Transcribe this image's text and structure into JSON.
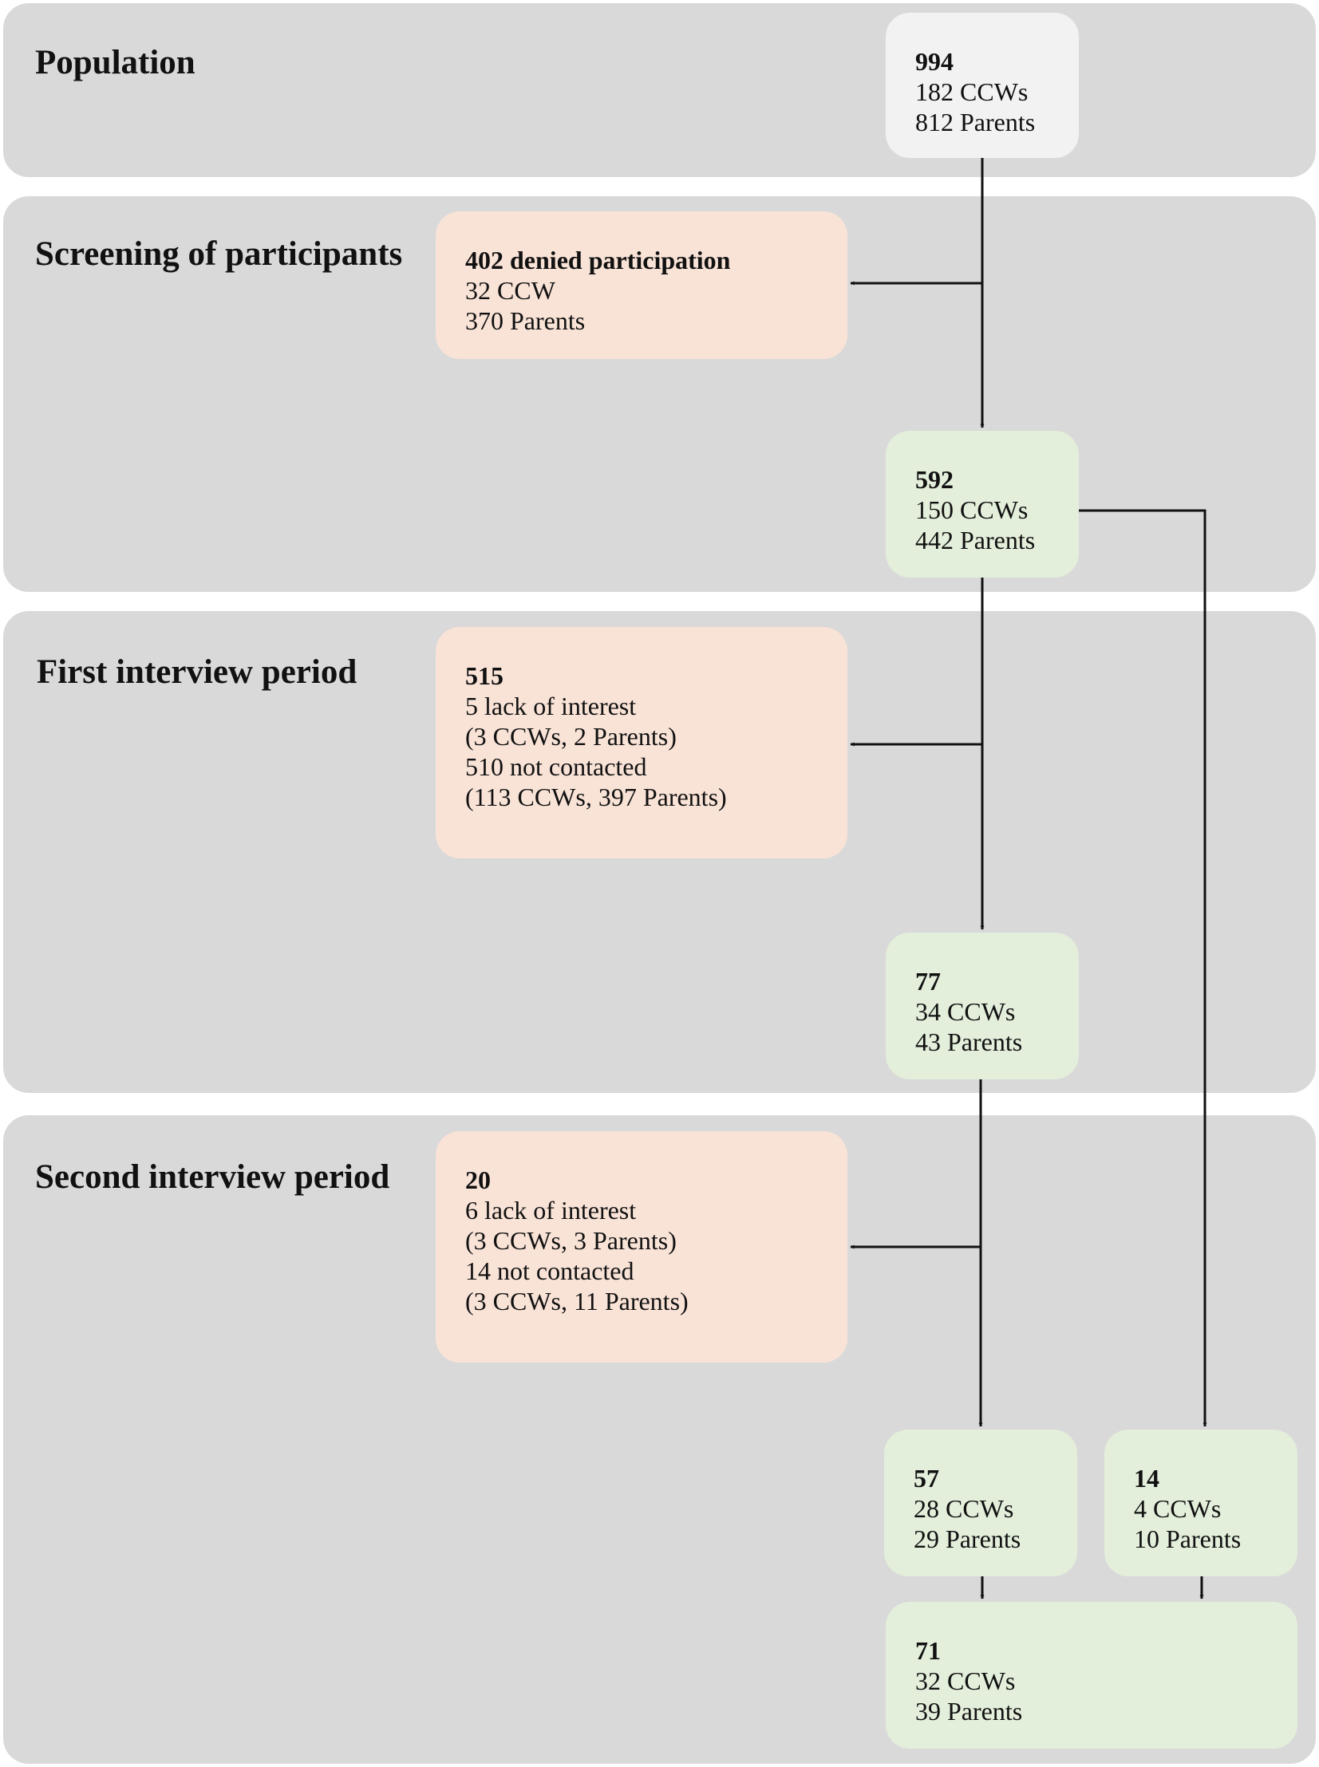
{
  "sections": {
    "population": "Population",
    "screening": "Screening of participants",
    "first": "First interview period",
    "second": "Second interview period"
  },
  "boxes": {
    "population": {
      "header": "994",
      "lines": [
        "182 CCWs",
        "812 Parents"
      ]
    },
    "denied": {
      "header": "402 denied participation",
      "lines": [
        "32 CCW",
        "370 Parents"
      ]
    },
    "screened": {
      "header": "592",
      "lines": [
        "150 CCWs",
        "442 Parents"
      ]
    },
    "first_lost": {
      "header": "515",
      "lines": [
        "5 lack of interest",
        "(3 CCWs, 2 Parents)",
        "510 not contacted",
        "(113 CCWs, 397 Parents)"
      ]
    },
    "first_done": {
      "header": "77",
      "lines": [
        "34 CCWs",
        "43 Parents"
      ]
    },
    "second_lost": {
      "header": "20",
      "lines": [
        "6 lack of interest",
        "(3 CCWs, 3 Parents)",
        "14 not contacted",
        "(3 CCWs, 11 Parents)"
      ]
    },
    "second_done": {
      "header": "57",
      "lines": [
        "28 CCWs",
        "29 Parents"
      ]
    },
    "direct": {
      "header": "14",
      "lines": [
        "4 CCWs",
        "10 Parents"
      ]
    },
    "total": {
      "header": "71",
      "lines": [
        "32 CCWs",
        "39 Parents"
      ]
    }
  },
  "colors": {
    "band": "#d9d9d9",
    "grey_box": "#f2f2f2",
    "excluded_box": "#f9e3d7",
    "included_box": "#e3eedb"
  }
}
